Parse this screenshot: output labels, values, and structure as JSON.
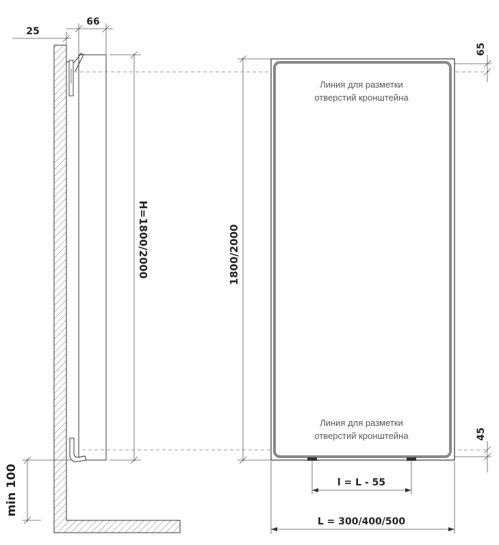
{
  "dimensions": {
    "wall_gap": "25",
    "depth": "66",
    "height_side": "H=1800/2000",
    "height_front": "1800/2000",
    "top_offset": "65",
    "bottom_offset": "45",
    "floor_min": "min 100",
    "mount_spacing": "l = L - 55",
    "width": "L = 300/400/500"
  },
  "notes": {
    "top_line_1": "Линия для разметки",
    "top_line_2": "отверстий кронштейна",
    "bottom_line_1": "Линия для разметки",
    "bottom_line_2": "отверстий кронштейна"
  },
  "colors": {
    "line": "#333333",
    "text": "#222222",
    "note": "#555555",
    "panel_inner": "#888888"
  }
}
